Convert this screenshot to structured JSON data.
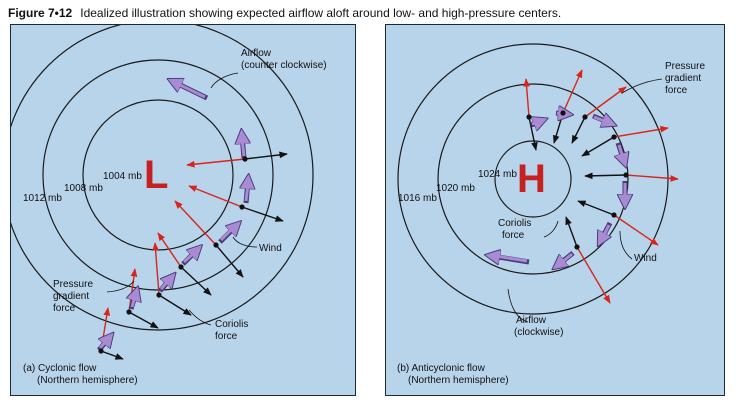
{
  "caption": {
    "figure": "Figure 7•12",
    "text": "Idealized illustration showing expected airflow aloft around low- and high-pressure centers."
  },
  "panel_a": {
    "center_letter": "L",
    "isobars": [
      "1004 mb",
      "1008 mb",
      "1012 mb"
    ],
    "airflow_label_1": "Airflow",
    "airflow_label_2": "(counter clockwise)",
    "wind_label": "Wind",
    "pgf_label_1": "Pressure",
    "pgf_label_2": "gradient",
    "pgf_label_3": "force",
    "coriolis_label_1": "Coriolis",
    "coriolis_label_2": "force",
    "title_1": "(a) Cyclonic flow",
    "title_2": "(Northern hemisphere)"
  },
  "panel_b": {
    "center_letter": "H",
    "isobars": [
      "1024 mb",
      "1020 mb",
      "1016 mb"
    ],
    "pgf_label_1": "Pressure",
    "pgf_label_2": "gradient",
    "pgf_label_3": "force",
    "coriolis_label_1": "Coriolis",
    "coriolis_label_2": "force",
    "wind_label": "Wind",
    "airflow_label_1": "Airflow",
    "airflow_label_2": "(clockwise)",
    "title_1": "(b) Anticyclonic flow",
    "title_2": "(Northern hemisphere)"
  },
  "colors": {
    "background": "#b8d4ea",
    "pressure_gradient_arrow": "#d8251c",
    "coriolis_arrow": "#111111",
    "wind_arrow": "#a98bd4",
    "center_letter": "#c62020"
  }
}
